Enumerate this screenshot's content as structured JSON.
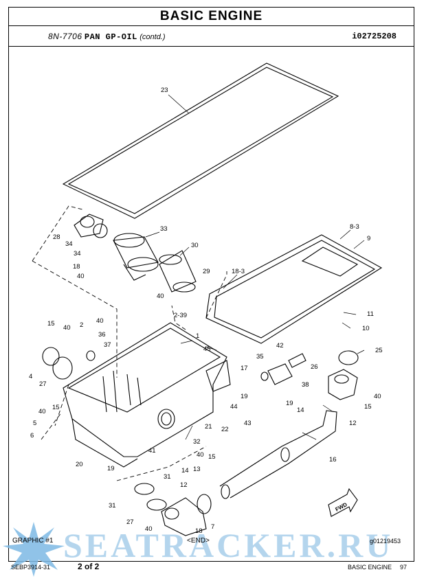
{
  "header": {
    "title": "BASIC ENGINE",
    "part_number": "8N-7706",
    "part_name": "PAN GP-OIL",
    "continued": "(contd.)",
    "doc_id": "i02725208"
  },
  "callouts": [
    {
      "label": "23"
    },
    {
      "label": "8-3"
    },
    {
      "label": "9"
    },
    {
      "label": "28"
    },
    {
      "label": "33"
    },
    {
      "label": "34"
    },
    {
      "label": "34"
    },
    {
      "label": "30"
    },
    {
      "label": "18"
    },
    {
      "label": "40"
    },
    {
      "label": "29"
    },
    {
      "label": "18-3"
    },
    {
      "label": "40"
    },
    {
      "label": "11"
    },
    {
      "label": "10"
    },
    {
      "label": "2-39"
    },
    {
      "label": "15"
    },
    {
      "label": "40"
    },
    {
      "label": "2"
    },
    {
      "label": "40"
    },
    {
      "label": "36"
    },
    {
      "label": "1"
    },
    {
      "label": "37"
    },
    {
      "label": "45"
    },
    {
      "label": "42"
    },
    {
      "label": "25"
    },
    {
      "label": "4"
    },
    {
      "label": "27"
    },
    {
      "label": "35"
    },
    {
      "label": "17"
    },
    {
      "label": "26"
    },
    {
      "label": "38"
    },
    {
      "label": "40"
    },
    {
      "label": "19"
    },
    {
      "label": "19"
    },
    {
      "label": "15"
    },
    {
      "label": "14"
    },
    {
      "label": "12"
    },
    {
      "label": "44"
    },
    {
      "label": "15"
    },
    {
      "label": "40"
    },
    {
      "label": "5"
    },
    {
      "label": "43"
    },
    {
      "label": "21"
    },
    {
      "label": "22"
    },
    {
      "label": "6"
    },
    {
      "label": "32"
    },
    {
      "label": "16"
    },
    {
      "label": "41"
    },
    {
      "label": "20"
    },
    {
      "label": "19"
    },
    {
      "label": "40"
    },
    {
      "label": "15"
    },
    {
      "label": "31"
    },
    {
      "label": "14"
    },
    {
      "label": "13"
    },
    {
      "label": "12"
    },
    {
      "label": "31"
    },
    {
      "label": "27"
    },
    {
      "label": "7"
    },
    {
      "label": "40"
    },
    {
      "label": "18"
    }
  ],
  "fwd_label": "FWD",
  "footer": {
    "graphic": "GRAPHIC #1",
    "end": "<END>",
    "illustration_id": "g01219453",
    "publication": "SEBP3914-31",
    "page_of": "2 of 2",
    "section": "BASIC ENGINE",
    "page_number": "97"
  },
  "watermark": "SEATRACKER.RU"
}
